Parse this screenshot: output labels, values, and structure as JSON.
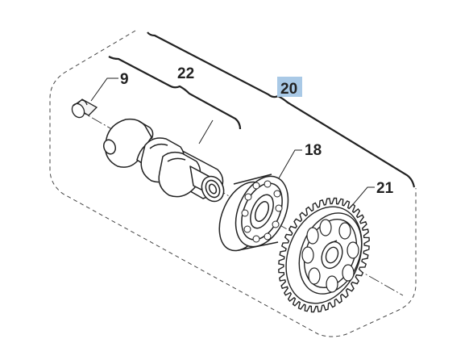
{
  "diagram": {
    "callouts": {
      "assembly": "20",
      "camshaft_group": "22",
      "plug": "9",
      "bearing": "18",
      "gear": "21"
    },
    "highlighted_callout": "20",
    "colors": {
      "line": "#222222",
      "highlight": "#a9c9e6",
      "background": "#ffffff"
    }
  }
}
